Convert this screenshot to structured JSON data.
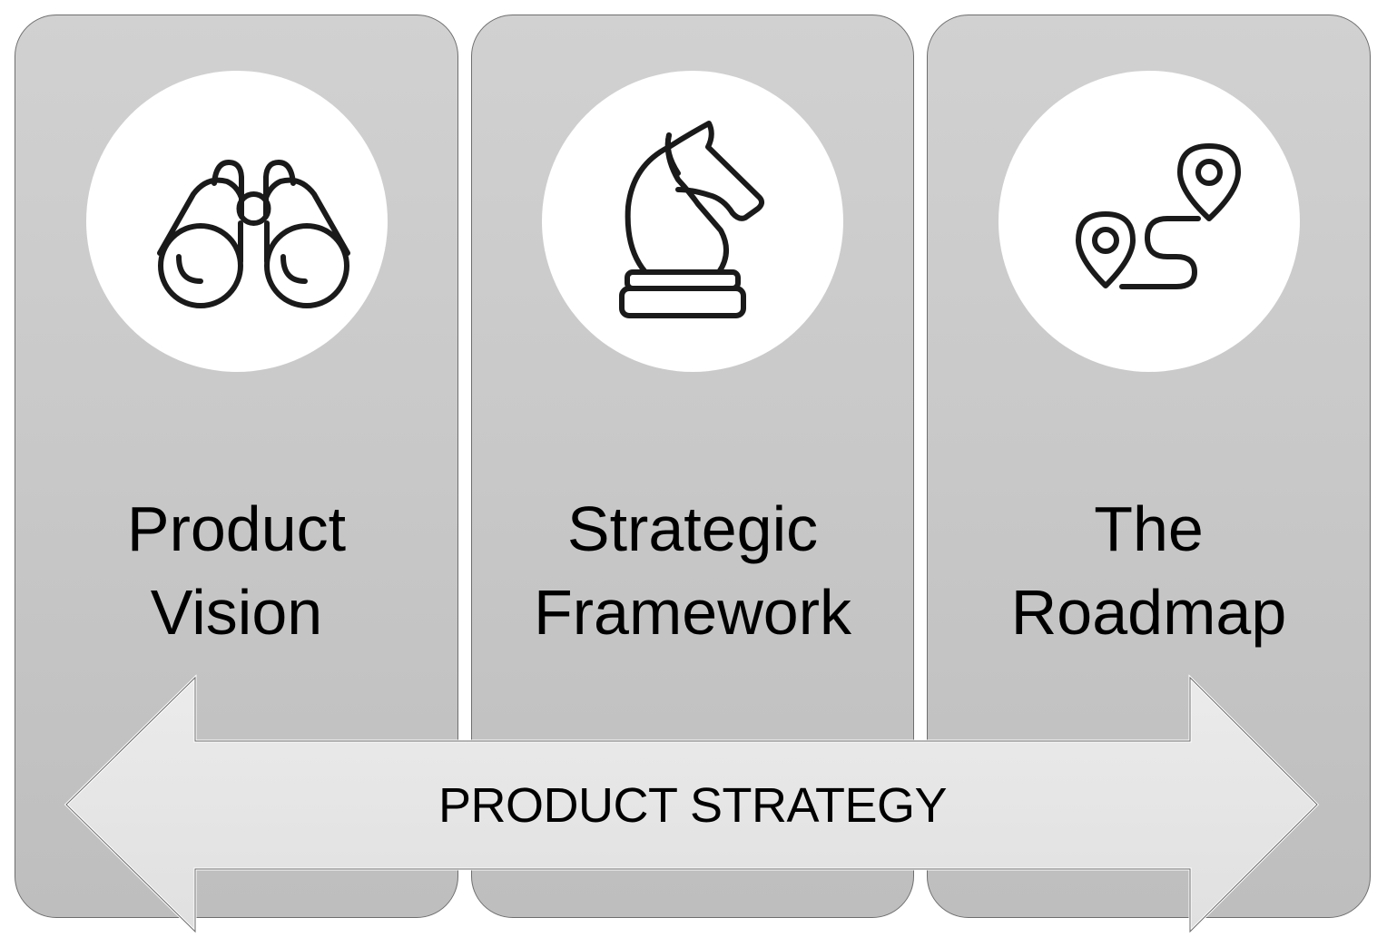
{
  "panels": [
    {
      "icon": "binoculars-icon",
      "title_line1": "Product",
      "title_line2": "Vision"
    },
    {
      "icon": "chess-knight-icon",
      "title_line1": "Strategic",
      "title_line2": "Framework"
    },
    {
      "icon": "route-map-pins-icon",
      "title_line1": "The",
      "title_line2": "Roadmap"
    }
  ],
  "arrow": {
    "label": "PRODUCT STRATEGY",
    "direction": "bidirectional"
  },
  "colors": {
    "panel_top": "#d1d1d1",
    "panel_bottom": "#bebebe",
    "panel_border": "#6e6e6e",
    "circle": "#ffffff",
    "arrow_fill": "#e4e4e4",
    "icon_stroke": "#1a1a1a",
    "text": "#000000"
  }
}
